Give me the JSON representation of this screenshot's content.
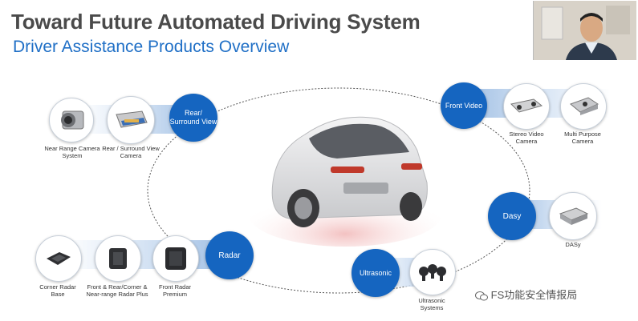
{
  "slide": {
    "title": "Toward Future Automated Driving System",
    "subtitle": "Driver Assistance Products Overview"
  },
  "hubs": {
    "rear_surround": "Rear/ Surround View",
    "front_video": "Front Video",
    "dasy": "Dasy",
    "radar": "Radar",
    "ultrasonic": "Ultrasonic"
  },
  "products": {
    "near_range": "Near Range Camera System",
    "rear_surround_cam": "Rear / Surround View Camera",
    "stereo_video": "Stereo Video Camera",
    "multi_purpose": "Multi Purpose Camera",
    "dasy_unit": "DASy",
    "corner_radar": "Corner Radar Base",
    "front_rear_corner": "Front & Rear/Corner & Near-range Radar Plus",
    "front_radar_premium": "Front Radar Premium",
    "ultrasonic_systems": "Ultrasonic Systems"
  },
  "watermark": "FS功能安全情报局",
  "colors": {
    "accent": "#1565c0",
    "title": "#4a4a4a",
    "subtitle": "#1f6fc6"
  },
  "icons": {
    "watermark_logo": "wechat-icon"
  }
}
